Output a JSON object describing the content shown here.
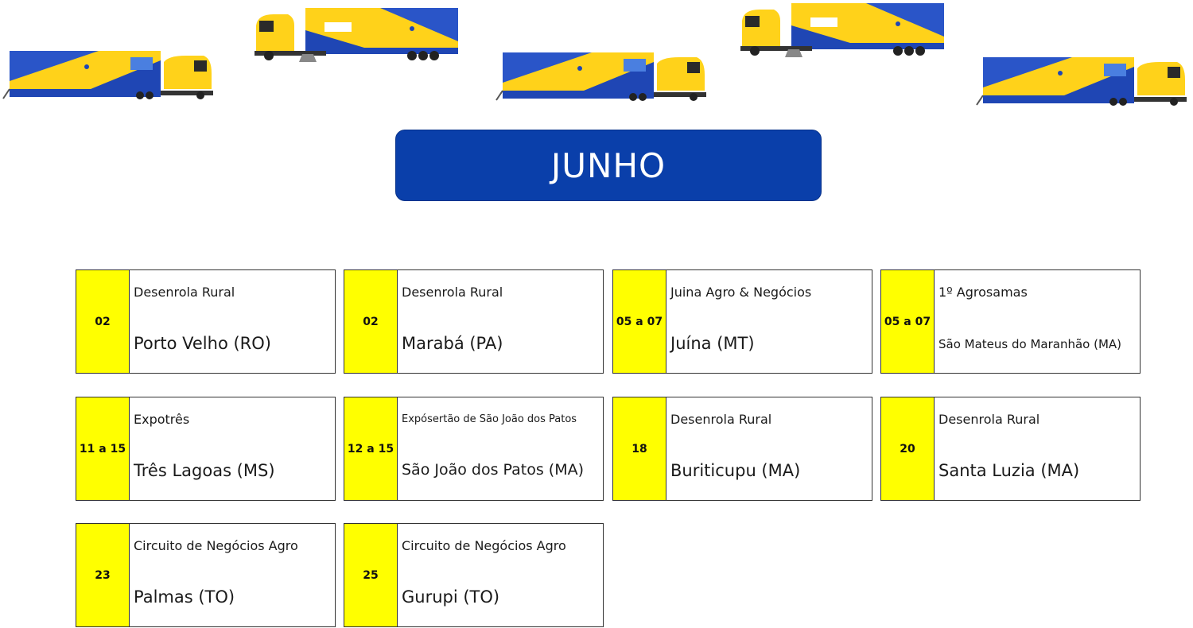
{
  "month": "JUNHO",
  "colors": {
    "banner": "#0a3faa",
    "date_cell": "#ffff00",
    "truck_yellow": "#ffd21a",
    "truck_blue": "#1f46b4"
  },
  "truck_icon": "truck-icon",
  "events": [
    {
      "date": "02",
      "event": "Desenrola Rural",
      "city": "Porto Velho (RO)"
    },
    {
      "date": "02",
      "event": "Desenrola Rural",
      "city": "Marabá (PA)"
    },
    {
      "date": "05 a 07",
      "event": "Juina Agro & Negócios",
      "city": "Juína (MT)"
    },
    {
      "date": "05 a 07",
      "event": "1º Agrosamas",
      "city": "São Mateus do Maranhão (MA)"
    },
    {
      "date": "11 a 15",
      "event": "Expotrês",
      "city": "Três Lagoas (MS)"
    },
    {
      "date": "12 a 15",
      "event": "Expósertão de São João dos Patos",
      "city": "São João dos Patos (MA)"
    },
    {
      "date": "18",
      "event": "Desenrola Rural",
      "city": "Buriticupu (MA)"
    },
    {
      "date": "20",
      "event": "Desenrola Rural",
      "city": "Santa Luzia (MA)"
    },
    {
      "date": "23",
      "event": "Circuito de Negócios Agro",
      "city": "Palmas (TO)"
    },
    {
      "date": "25",
      "event": "Circuito de Negócios Agro",
      "city": "Gurupi (TO)"
    }
  ]
}
